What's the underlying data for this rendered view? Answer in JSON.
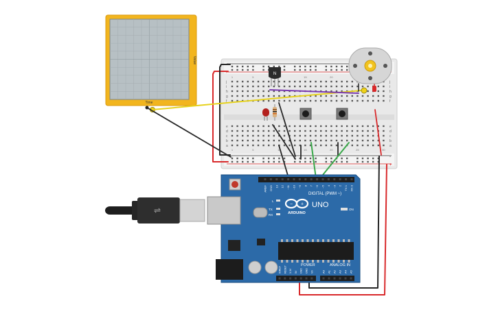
{
  "oscilloscope": {
    "y_label": "Value",
    "x_label": "Time"
  },
  "transistor": {
    "label": "N"
  },
  "arduino": {
    "digital_label": "DIGITAL (PWM ~)",
    "model": "UNO",
    "brand": "ARDUINO",
    "power_label": "POWER",
    "analog_label": "ANALOG IN",
    "on_label": "ON",
    "tx_label": "TX",
    "rx_label": "RX",
    "l_label": "L",
    "aref_label": "AREF",
    "gnd_label": "GND",
    "digital_pins": [
      "13",
      "12",
      "~11",
      "~10",
      "~9",
      "8",
      "7",
      "~6",
      "~5",
      "4",
      "~3",
      "2",
      "TX 1",
      "RX 0"
    ],
    "power_pins": [
      "IOREF",
      "RESET",
      "3.3V",
      "5V",
      "GND",
      "GND",
      "Vin"
    ],
    "analog_pins": [
      "A0",
      "A1",
      "A2",
      "A3",
      "A4",
      "A5"
    ]
  },
  "breadboard": {
    "row_letters_top": [
      "j",
      "i",
      "h",
      "g",
      "f"
    ],
    "row_letters_bottom": [
      "e",
      "d",
      "c",
      "b",
      "a"
    ],
    "column_numbers": [
      "1",
      "5",
      "10",
      "15",
      "20",
      "25",
      "30"
    ],
    "rail_plus": "+",
    "rail_minus": "-"
  },
  "colors": {
    "wire_red": "#d8282a",
    "wire_black": "#262626",
    "wire_green": "#3aa84a",
    "wire_yellow": "#e6d21c",
    "wire_purple": "#7a3ab0",
    "board_blue": "#2c6aa8",
    "scope_frame": "#f2b51e",
    "scope_screen": "#b7c0c4"
  }
}
